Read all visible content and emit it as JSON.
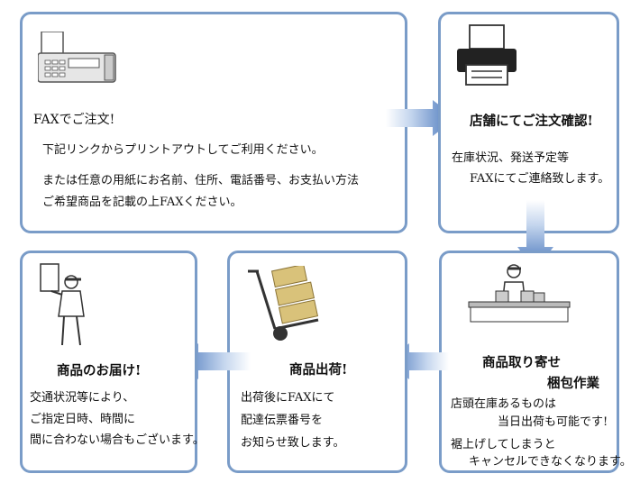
{
  "box1": {
    "title": "FAXでご注文!",
    "line1": "下記リンクからプリントアウトしてご利用ください。",
    "line2": "または任意の用紙にお名前、住所、電話番号、お支払い方法",
    "line3": "ご希望商品を記載の上FAXください。",
    "icon": "fax-icon"
  },
  "box2": {
    "title": "店舗にてご注文確認!",
    "line1": "在庫状況、発送予定等",
    "line2": "FAXにてご連絡致します。",
    "icon": "printer-icon"
  },
  "box3": {
    "title_line1": "商品取り寄せ",
    "title_line2": "梱包作業",
    "line1": "店頭在庫あるものは",
    "line2": "当日出荷も可能です!",
    "line3": "裾上げしてしまうと",
    "line4": "キャンセルできなくなります。",
    "icon": "packing-worker-icon"
  },
  "box4": {
    "title": "商品出荷!",
    "line1": "出荷後にFAXにて",
    "line2": "配達伝票番号を",
    "line3": "お知らせ致します。",
    "icon": "hand-truck-icon"
  },
  "box5": {
    "title": "商品のお届け!",
    "line1": "交通状況等により、",
    "line2": "ご指定日時、時間に",
    "line3": "間に合わない場合もございます。",
    "icon": "delivery-person-icon"
  },
  "colors": {
    "border": "#7a9cc8",
    "arrow": "#5b86c4"
  }
}
